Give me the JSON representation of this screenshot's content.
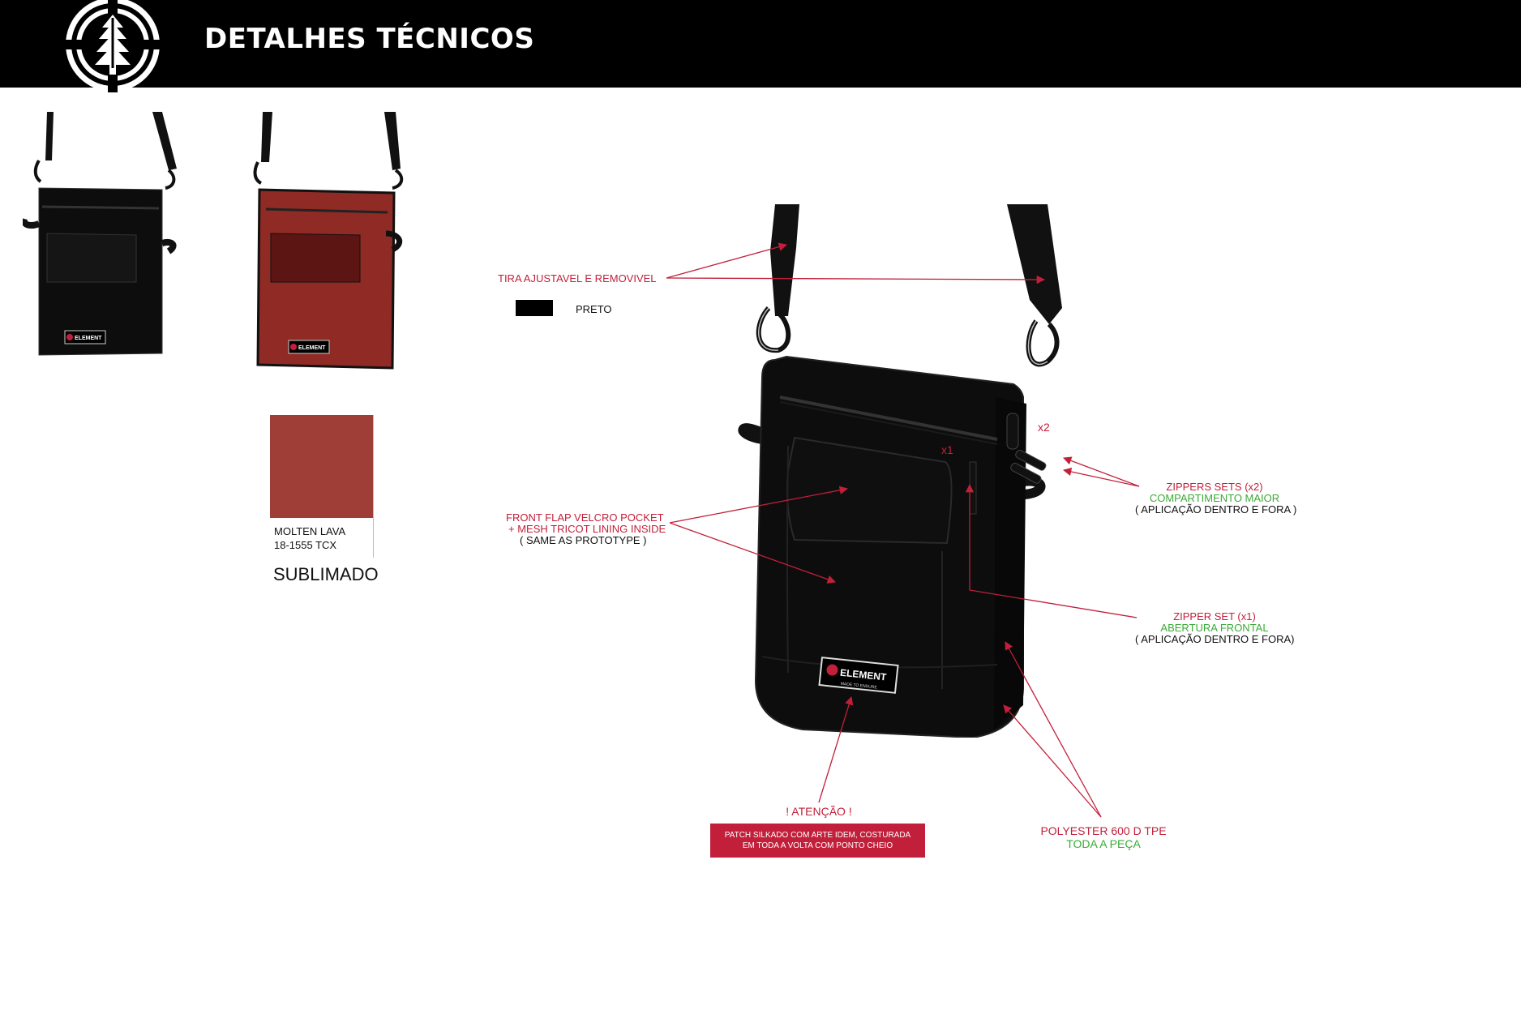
{
  "header": {
    "title": "DETALHES TÉCNICOS"
  },
  "color": {
    "swatch_hex": "#9e3e36",
    "swatch_name": "MOLTEN LAVA",
    "swatch_code": "18-1555 TCX",
    "print_method": "SUBLIMADO"
  },
  "legend": {
    "color_name": "PRETO"
  },
  "callouts": {
    "strap": "TIRA AJUSTAVEL E REMOVIVEL",
    "pocket_line1": "FRONT FLAP VELCRO POCKET",
    "pocket_line2": "+ MESH TRICOT LINING INSIDE",
    "pocket_line3": "( SAME AS PROTOTYPE )",
    "zippers_title": "ZIPPERS SETS (x2)",
    "zippers_sub": "COMPARTIMENTO MAIOR",
    "zippers_note": "( APLICAÇÃO DENTRO E FORA )",
    "zipper_title": "ZIPPER SET (x1)",
    "zipper_sub": "ABERTURA FRONTAL",
    "zipper_note": "( APLICAÇÃO DENTRO E FORA)",
    "fabric_title": "POLYESTER 600 D TPE",
    "fabric_sub": "TODA A PEÇA",
    "alert_title": "! ATENÇÃO !",
    "alert_line1": "PATCH SILKADO COM ARTE IDEM, COSTURADA",
    "alert_line2": "EM TODA A VOLTA COM PONTO CHEIO",
    "count_x2": "x2",
    "count_x1": "x1"
  },
  "bag_patch": {
    "brand": "ELEMENT",
    "tagline": "MADE TO ENDURE"
  },
  "colors": {
    "accent_red": "#c21f3a",
    "accent_green": "#3aaa35",
    "bag_black": "#0d0d0d",
    "bag_red": "#8f2a24"
  }
}
